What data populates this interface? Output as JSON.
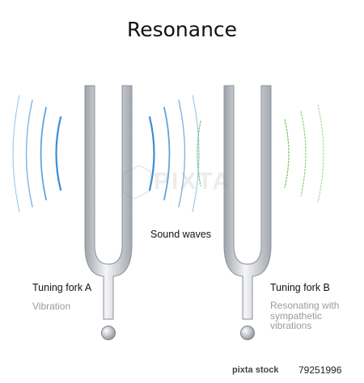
{
  "title": "Resonance",
  "sound_label": "Sound waves",
  "fork_a": {
    "label": "Tuning fork A",
    "caption": "Vibration"
  },
  "fork_b": {
    "label": "Tuning fork B",
    "caption": "Resonating with sympathetic vibrations"
  },
  "watermark": "PIXTA",
  "stock": {
    "logo": "pixta stock",
    "id": "79251996"
  },
  "colors": {
    "wave_a": "#3a8fd6",
    "wave_b": "#7ec96a",
    "fork_metal": "#b8bcc2",
    "fork_edge": "#8d9198"
  }
}
